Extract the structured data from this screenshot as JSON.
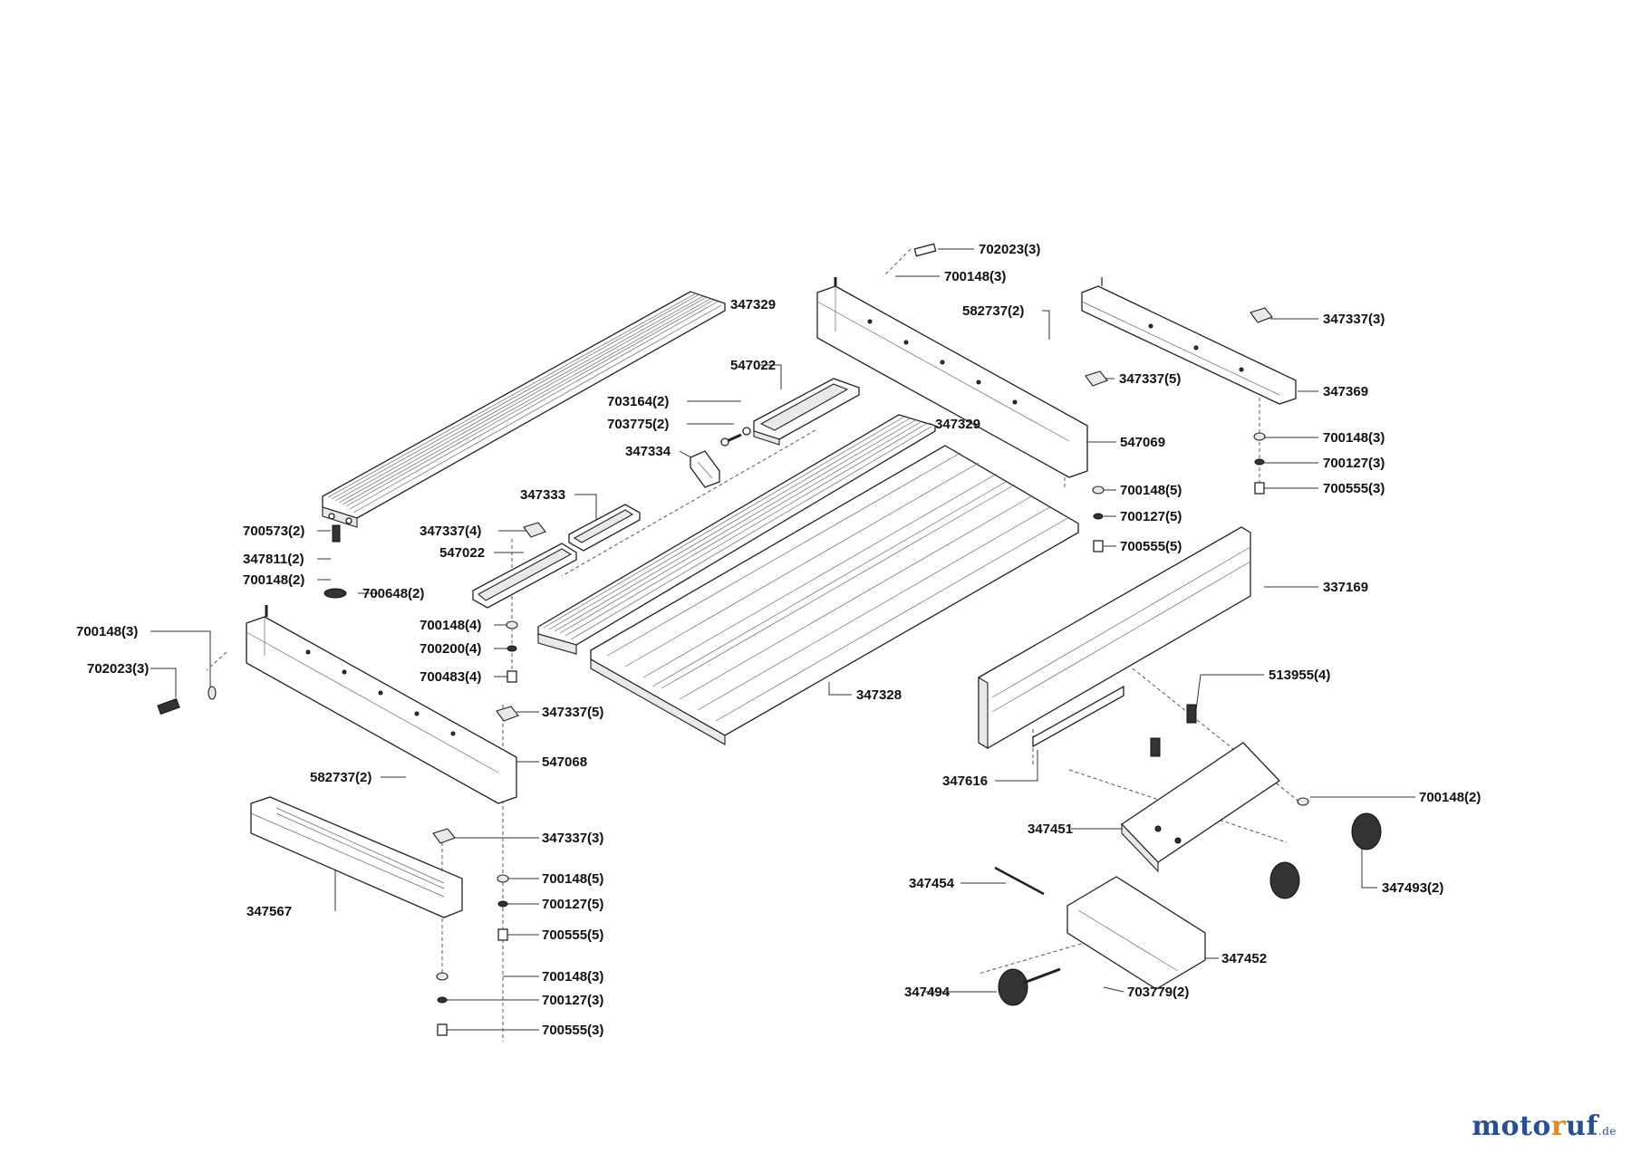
{
  "diagram": {
    "labels": [
      {
        "id": "l01",
        "text": "702023(3)"
      },
      {
        "id": "l02",
        "text": "700148(3)"
      },
      {
        "id": "l03",
        "text": "582737(2)"
      },
      {
        "id": "l04",
        "text": "347337(3)"
      },
      {
        "id": "l05",
        "text": "347369"
      },
      {
        "id": "l06",
        "text": "347337(5)"
      },
      {
        "id": "l07",
        "text": "347329"
      },
      {
        "id": "l08",
        "text": "547022"
      },
      {
        "id": "l09",
        "text": "703164(2)"
      },
      {
        "id": "l10",
        "text": "703775(2)"
      },
      {
        "id": "l11",
        "text": "347334"
      },
      {
        "id": "l12",
        "text": "347329"
      },
      {
        "id": "l13",
        "text": "547069"
      },
      {
        "id": "l14",
        "text": "700148(3)"
      },
      {
        "id": "l15",
        "text": "700127(3)"
      },
      {
        "id": "l16",
        "text": "700555(3)"
      },
      {
        "id": "l17",
        "text": "700148(5)"
      },
      {
        "id": "l18",
        "text": "700127(5)"
      },
      {
        "id": "l19",
        "text": "700555(5)"
      },
      {
        "id": "l20",
        "text": "347333"
      },
      {
        "id": "l21",
        "text": "347337(4)"
      },
      {
        "id": "l22",
        "text": "547022"
      },
      {
        "id": "l23",
        "text": "700573(2)"
      },
      {
        "id": "l24",
        "text": "347811(2)"
      },
      {
        "id": "l25",
        "text": "700148(2)"
      },
      {
        "id": "l26",
        "text": "700648(2)"
      },
      {
        "id": "l27",
        "text": "337169"
      },
      {
        "id": "l28",
        "text": "700148(3)"
      },
      {
        "id": "l29",
        "text": "702023(3)"
      },
      {
        "id": "l30",
        "text": "700148(4)"
      },
      {
        "id": "l31",
        "text": "700200(4)"
      },
      {
        "id": "l32",
        "text": "700483(4)"
      },
      {
        "id": "l33",
        "text": "347328"
      },
      {
        "id": "l34",
        "text": "513955(4)"
      },
      {
        "id": "l35",
        "text": "347337(5)"
      },
      {
        "id": "l36",
        "text": "547068"
      },
      {
        "id": "l37",
        "text": "582737(2)"
      },
      {
        "id": "l38",
        "text": "347616"
      },
      {
        "id": "l39",
        "text": "700148(2)"
      },
      {
        "id": "l40",
        "text": "347451"
      },
      {
        "id": "l41",
        "text": "347337(3)"
      },
      {
        "id": "l42",
        "text": "347493(2)"
      },
      {
        "id": "l43",
        "text": "700148(5)"
      },
      {
        "id": "l44",
        "text": "347454"
      },
      {
        "id": "l45",
        "text": "700127(5)"
      },
      {
        "id": "l46",
        "text": "347567"
      },
      {
        "id": "l47",
        "text": "700555(5)"
      },
      {
        "id": "l48",
        "text": "347452"
      },
      {
        "id": "l49",
        "text": "700148(3)"
      },
      {
        "id": "l50",
        "text": "347494"
      },
      {
        "id": "l51",
        "text": "703779(2)"
      },
      {
        "id": "l52",
        "text": "700127(3)"
      },
      {
        "id": "l53",
        "text": "700555(3)"
      }
    ]
  },
  "brand": {
    "part1": "moto",
    "part2": "r",
    "part3": "uf",
    "part4": ".de"
  },
  "colors": {
    "brand_blue": "#2a4f8f",
    "brand_orange": "#e08a1e",
    "line": "#222222"
  }
}
